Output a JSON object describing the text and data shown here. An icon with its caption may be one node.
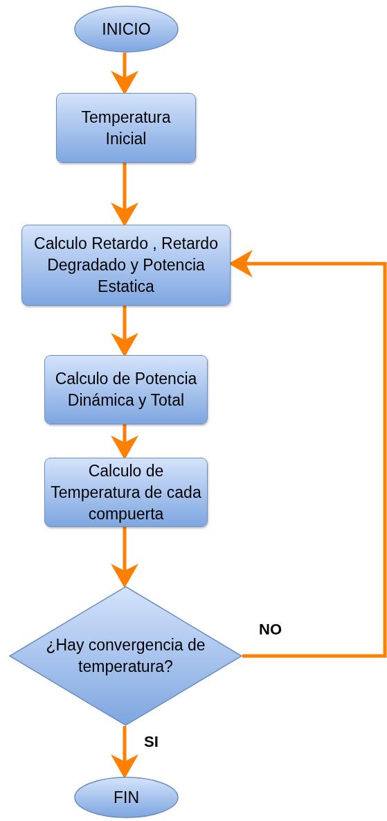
{
  "diagram": {
    "nodes": [
      {
        "text": [
          "INICIO"
        ]
      },
      {
        "text": [
          "Temperatura Inicial"
        ]
      },
      {
        "text": [
          "Calculo Retardo , Retardo Degradado y Potencia Estatica"
        ]
      },
      {
        "text": [
          "Calculo de Potencia Dinámica y Total"
        ]
      },
      {
        "text": [
          "Calculo de Temperatura de cada compuerta"
        ]
      },
      {
        "text": [
          "¿Hay convergencia de temperatura?"
        ]
      },
      {
        "text": [
          "FIN"
        ]
      }
    ],
    "edges": [
      {
        "from": 0,
        "to": 1,
        "arrow": "to"
      },
      {
        "from": 1,
        "to": 2,
        "arrow": "to"
      },
      {
        "from": 2,
        "to": 3,
        "arrow": "to"
      },
      {
        "from": 3,
        "to": 4,
        "arrow": "to"
      },
      {
        "from": 4,
        "to": 5,
        "arrow": "to"
      },
      {
        "from": 5,
        "to": 2,
        "arrow": "to",
        "label": "NO"
      },
      {
        "from": 5,
        "to": 6,
        "arrow": "to",
        "label": "SI"
      }
    ]
  }
}
